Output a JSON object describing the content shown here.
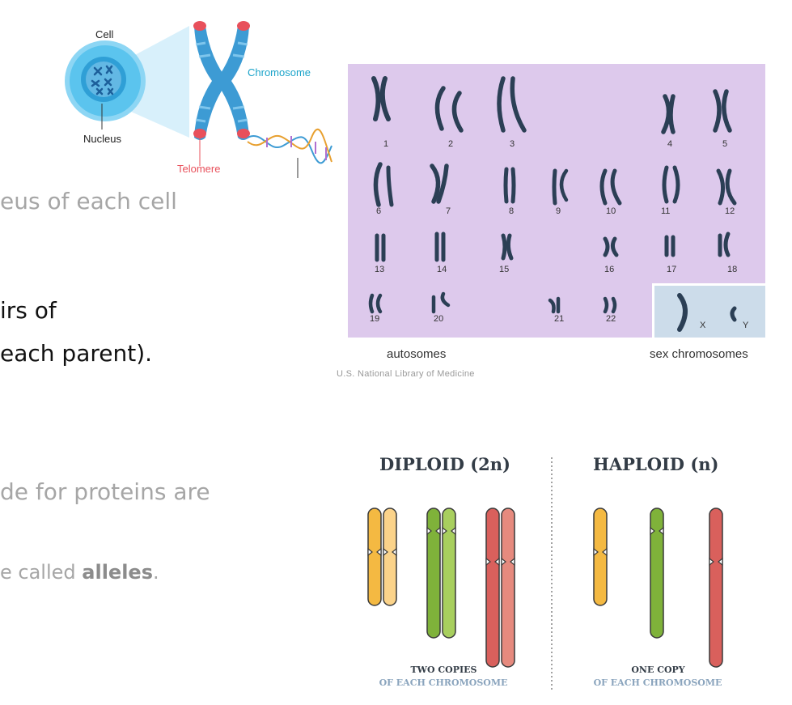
{
  "slide_text": {
    "line1": "eus of each cell",
    "line2": "irs of",
    "line3": "each parent).",
    "line4": "de for proteins are",
    "line5_pre": "e called ",
    "line5_bold": "alleles",
    "line5_post": "."
  },
  "cell_diagram": {
    "cell_label": "Cell",
    "nucleus_label": "Nucleus",
    "chromosome_label": "Chromosome",
    "telomere_label": "Telomere",
    "colors": {
      "cell": "#5bc4ee",
      "chromosome": "#3d9bd4",
      "telomere": "#e8505b",
      "accent": "#1aa3c9"
    }
  },
  "karyotype": {
    "numbers": [
      "1",
      "2",
      "3",
      "4",
      "5",
      "6",
      "7",
      "8",
      "9",
      "10",
      "11",
      "12",
      "13",
      "14",
      "15",
      "16",
      "17",
      "18",
      "19",
      "20",
      "21",
      "22"
    ],
    "sex_x": "X",
    "sex_y": "Y",
    "autosomes_label": "autosomes",
    "sex_label": "sex chromosomes",
    "credit": "U.S. National Library of Medicine",
    "colors": {
      "panel": "#ddc9ec",
      "sex_panel": "#ccdcea",
      "chromosome": "#2b3f55"
    }
  },
  "ploidy": {
    "diploid_title": "DIPLOID (2n)",
    "haploid_title": "HAPLOID (n)",
    "diploid_cap1": "TWO COPIES",
    "diploid_cap2": "OF EACH CHROMOSOME",
    "haploid_cap1": "ONE COPY",
    "haploid_cap2": "OF EACH CHROMOSOME",
    "colors": {
      "yellow": "#f4b942",
      "yellow_light": "#fbd38a",
      "green": "#7fb23a",
      "green_light": "#a8cf5e",
      "red": "#d9605c",
      "red_light": "#e68a7e"
    }
  }
}
